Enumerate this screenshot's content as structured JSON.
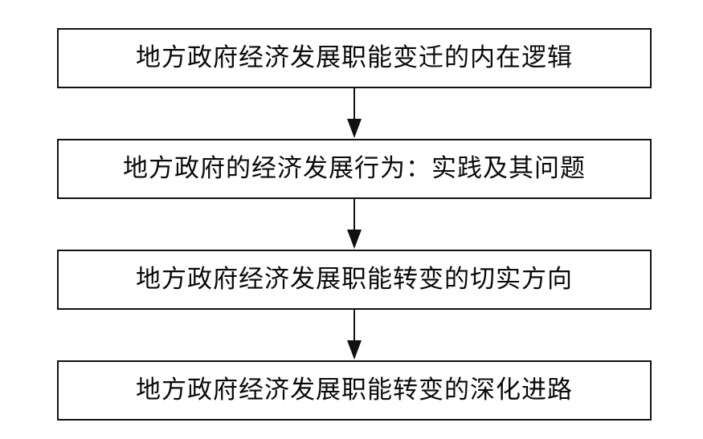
{
  "diagram": {
    "type": "flowchart",
    "direction": "top-to-bottom",
    "nodes": [
      {
        "id": "n1",
        "label": "地方政府经济发展职能变迁的内在逻辑"
      },
      {
        "id": "n2",
        "label": "地方政府的经济发展行为：实践及其问题"
      },
      {
        "id": "n3",
        "label": "地方政府经济发展职能转变的切实方向"
      },
      {
        "id": "n4",
        "label": "地方政府经济发展职能转变的深化进路"
      }
    ],
    "edges": [
      {
        "from": "n1",
        "to": "n2"
      },
      {
        "from": "n2",
        "to": "n3"
      },
      {
        "from": "n3",
        "to": "n4"
      }
    ],
    "colors": {
      "stroke": "#111111",
      "text": "#0a0a0a",
      "fill": "#ffffff"
    }
  }
}
